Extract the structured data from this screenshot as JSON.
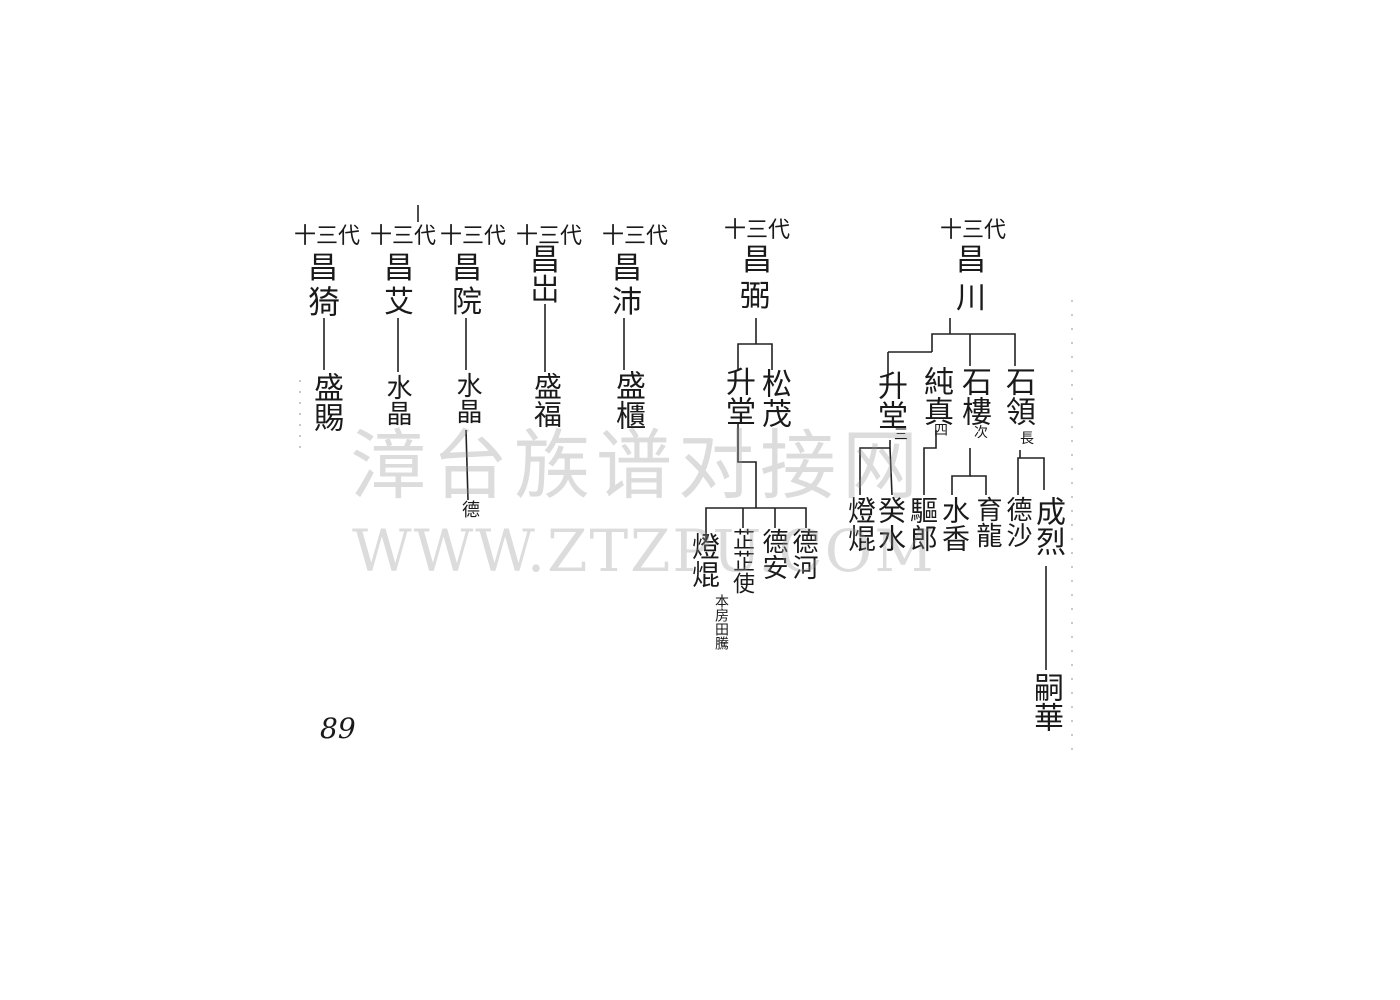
{
  "page_number": "89",
  "watermark": {
    "chinese": "漳台族谱对接网",
    "url": "WWW.ZTZPU.COM"
  },
  "columns": [
    {
      "generation": "十三代",
      "name_top": "昌",
      "name_bottom": "猗",
      "son": "盛賜"
    },
    {
      "generation": "十三代",
      "name_top": "昌",
      "name_bottom": "艾",
      "son": "水晶"
    },
    {
      "generation": "十三代",
      "name_top": "昌",
      "name_bottom": "院",
      "son": "水晶",
      "grandson": "德"
    },
    {
      "generation": "十三代",
      "name_top": "昌",
      "name_bottom": "岀",
      "son": "盛福"
    },
    {
      "generation": "十三代",
      "name_top": "昌",
      "name_bottom": "沛",
      "son": "盛櫃"
    },
    {
      "generation": "十三代",
      "name_top": "昌",
      "name_bottom": "弼",
      "sons": [
        "松茂",
        "升堂"
      ],
      "grandsons": [
        "德河",
        "德安",
        "芷芷使",
        "燈焜"
      ],
      "grandson_note": "本房田騰"
    },
    {
      "generation": "十三代",
      "name_top": "昌",
      "name_bottom": "川",
      "sons": [
        {
          "name": "石領",
          "note": "長"
        },
        {
          "name": "石樓",
          "note": "次"
        },
        {
          "name": "純真",
          "note": "四"
        },
        {
          "name": "升堂",
          "note": "三"
        }
      ],
      "grandsons": [
        "成烈",
        "德沙",
        "育龍",
        "水香",
        "驅郎",
        "癸水",
        "燈焜"
      ],
      "great_grandson": "嗣華"
    }
  ]
}
